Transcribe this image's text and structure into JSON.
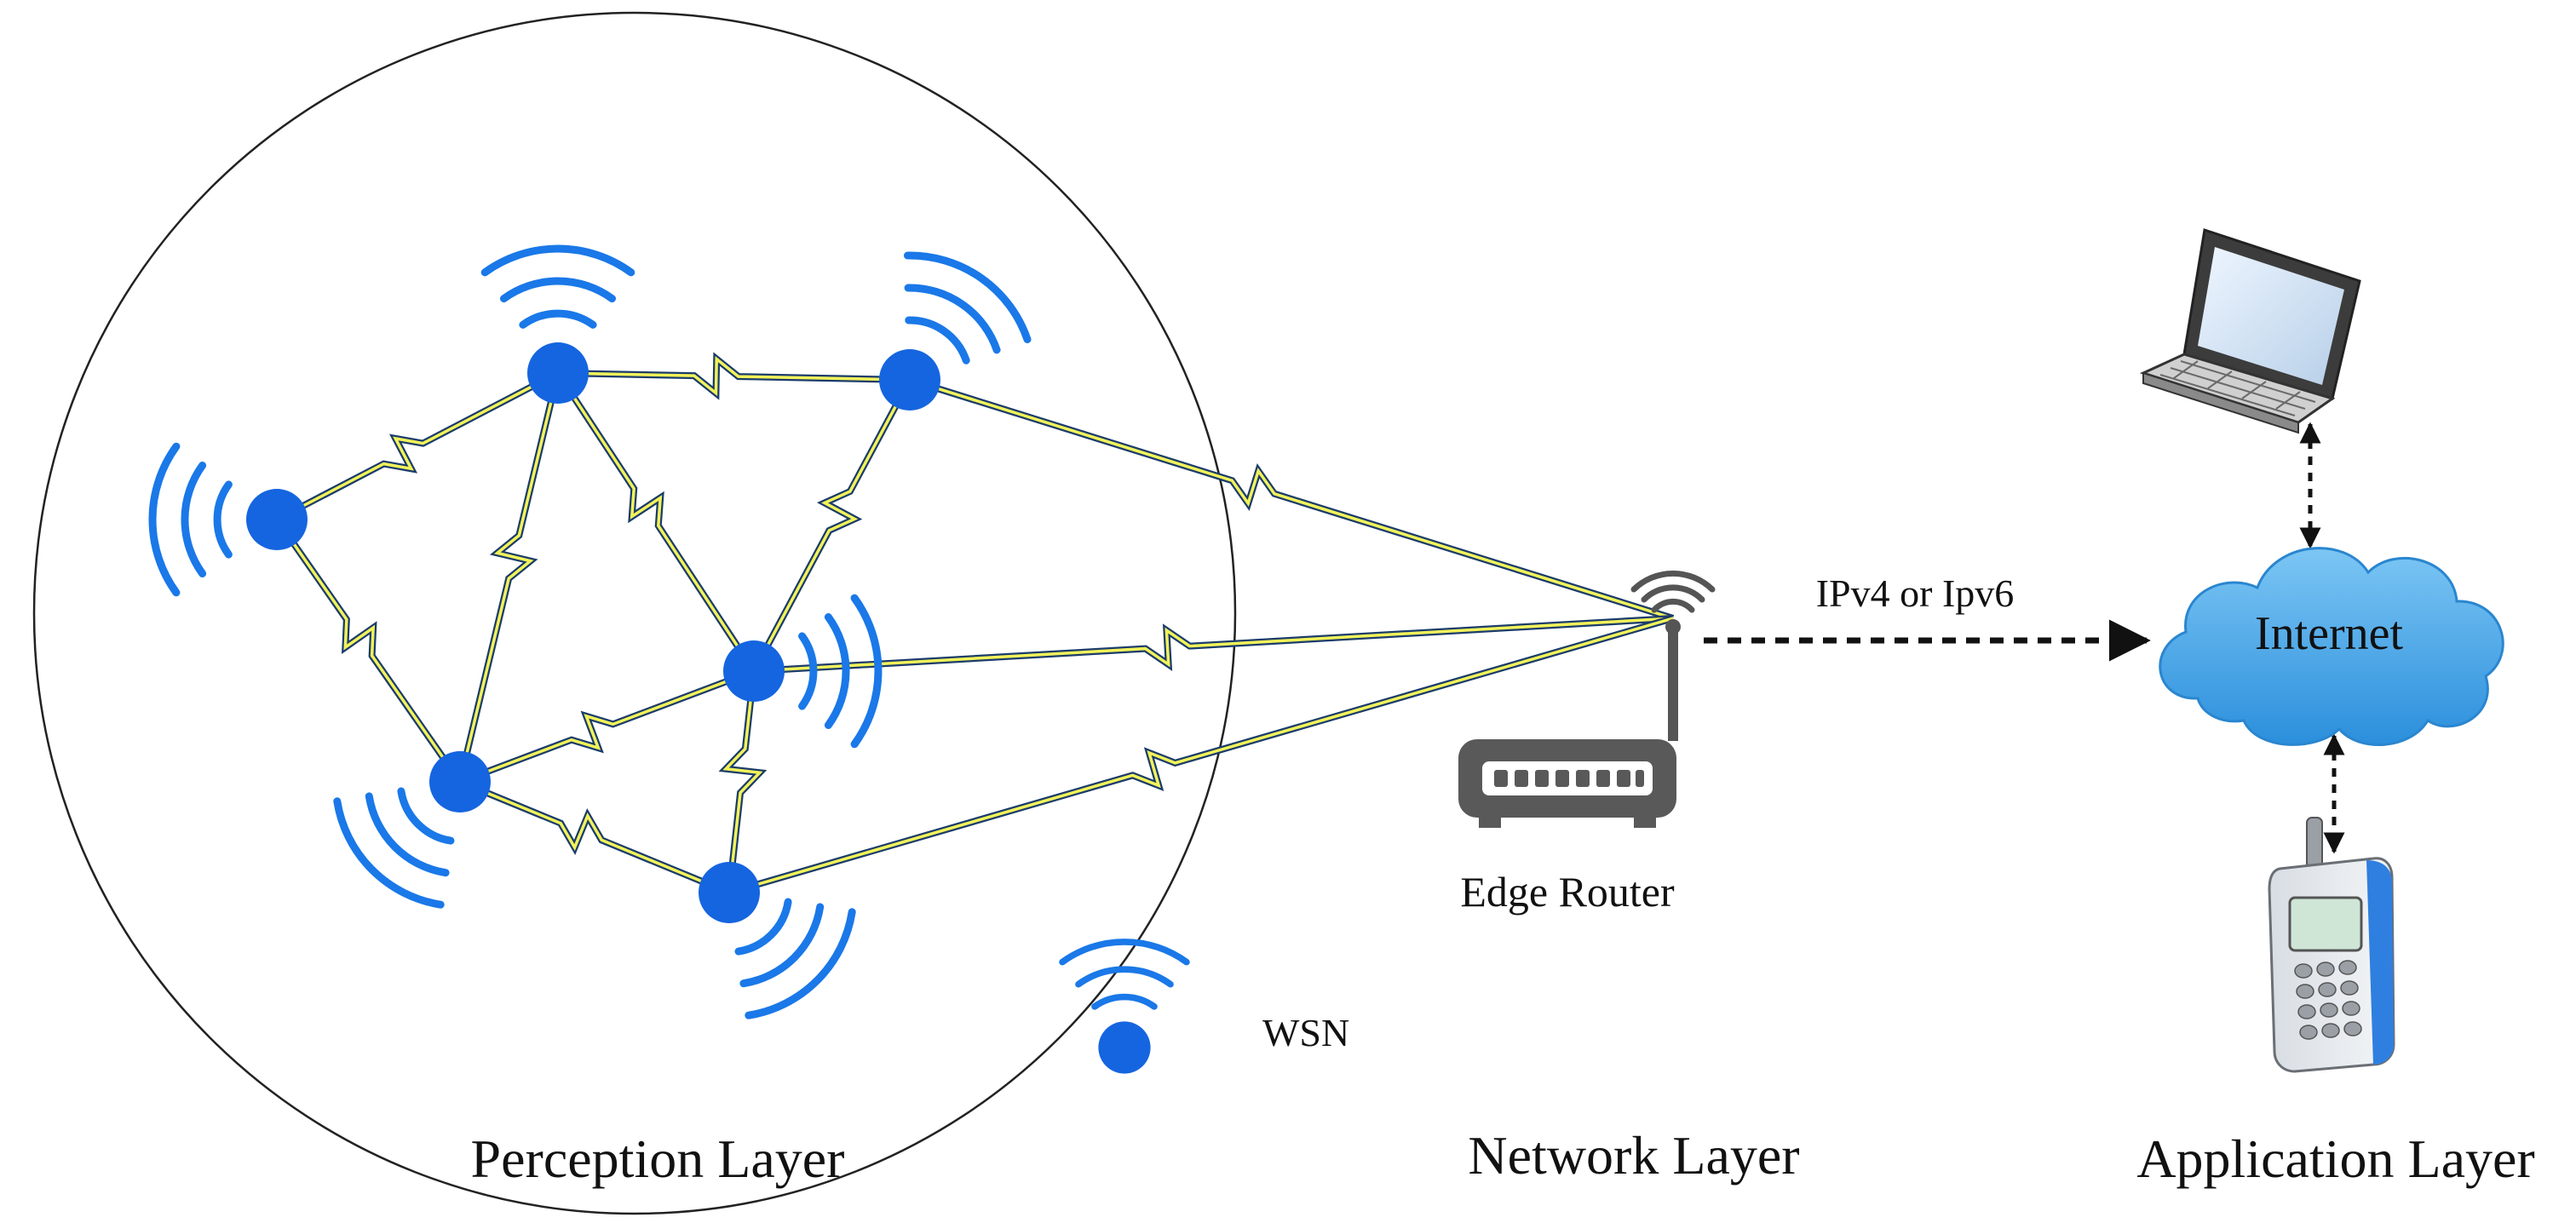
{
  "layers": {
    "perception": "Perception Layer",
    "network": "Network Layer",
    "application": "Application Layer"
  },
  "labels": {
    "edge_router": "Edge Router",
    "protocol": "IPv4 or Ipv6",
    "internet": "Internet",
    "legend_wsn": "WSN"
  },
  "colors": {
    "node_blue": "#1565e0",
    "wave_blue": "#1a78e8",
    "link_dark": "#1b3c6a",
    "link_lightning": "#f2f25a",
    "cloud_blue": "#3aa0e8",
    "router_gray": "#555555"
  },
  "icons": {
    "sensor_node": "wsn-node-icon",
    "router": "router-icon",
    "cloud": "cloud-icon",
    "laptop": "laptop-icon",
    "phone": "mobile-phone-icon"
  }
}
